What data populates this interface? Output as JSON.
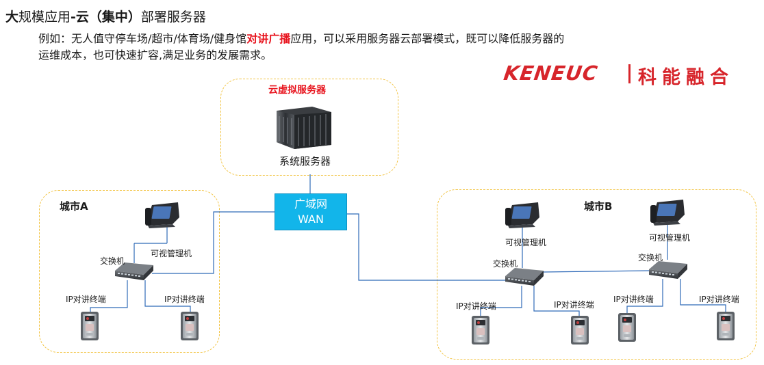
{
  "header": {
    "title_bold_1": "大",
    "title_mid_1": "规模应用",
    "title_bold_2": "-云（集中）",
    "title_mid_2": "部署服务器",
    "desc_line1_a": "例如：无人值守停车场/超市/体育场/健身馆",
    "desc_line1_highlight": "对讲广播",
    "desc_line1_b": "应用，可以采用服务器云部署模式，既可以降低服务器的",
    "desc_line2": "运维成本，也可快速扩容,满足业务的发展需求。"
  },
  "logo": {
    "latin": "KENEUC",
    "chinese": "科能融合"
  },
  "cloud": {
    "title": "云虚拟服务器",
    "server_label": "系统服务器"
  },
  "wan": {
    "line1": "广域网",
    "line2": "WAN"
  },
  "city_a": {
    "title": "城市A",
    "phone_label": "可视管理机",
    "switch_label": "交换机",
    "terminal_labels": [
      "IP对讲终端",
      "IP对讲终端"
    ]
  },
  "city_b": {
    "title": "城市B",
    "phone_labels": [
      "可视管理机",
      "可视管理机"
    ],
    "switch_labels": [
      "交换机",
      "交换机"
    ],
    "terminal_labels": [
      "IP对讲终端",
      "IP对讲终端",
      "IP对讲终端",
      "IP对讲终端"
    ]
  },
  "colors": {
    "accent_red": "#e8151f",
    "zone_border": "#f2c341",
    "wan_fill": "#12b5ea",
    "link_line": "#2f6ab8"
  }
}
